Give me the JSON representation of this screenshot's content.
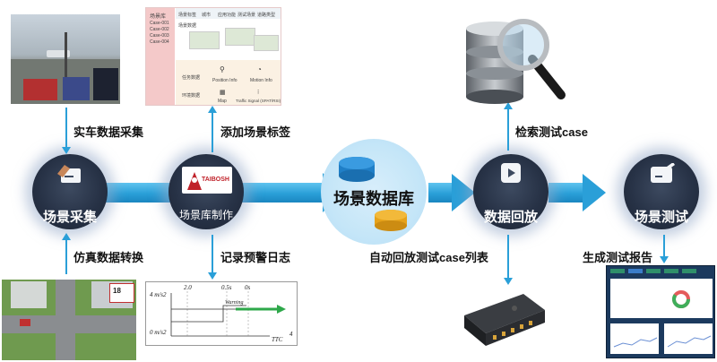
{
  "flow": {
    "scene_collection": "场景采集",
    "library_production": "场景库制作",
    "scene_database": "场景数据库",
    "data_playback": "数据回放",
    "scene_testing": "场景测试"
  },
  "captions": {
    "real_vehicle_collection": "实车数据采集",
    "simulation_conversion": "仿真数据转换",
    "add_scene_tags": "添加场景标签",
    "record_warning_log": "记录预警日志",
    "search_test_case": "检索测试case",
    "auto_playback_list": "自动回放测试case列表",
    "generate_report": "生成测试报告"
  },
  "logo": {
    "text": "TAIBOSH",
    "letter": "A"
  },
  "scene_lib_panel": {
    "header": "场景库",
    "tabs": [
      "场景标签",
      "城市",
      "应用功能",
      "测试场景",
      "道路类型"
    ],
    "cases": [
      "Case-001",
      "Case-002",
      "Case-003",
      "Case-004"
    ],
    "section_scene_data": "场景数据",
    "section_task_data": "任务数据",
    "section_env_data": "环境数据",
    "position_info": "Position Info",
    "motion_info": "Motion Info",
    "map": "Map",
    "traffic_signal": "Traffic Signal (SPAT/RSI)"
  },
  "warning_plot": {
    "ylabel_top": "4 m/s2",
    "ylabel_bottom": "0 m/s2",
    "tick_2": "2.0",
    "tick_05": "0.5s",
    "tick_0": "0s",
    "warning": "Warning",
    "xlabel": "TTC",
    "x_end": "4"
  },
  "sim_sign": "18"
}
